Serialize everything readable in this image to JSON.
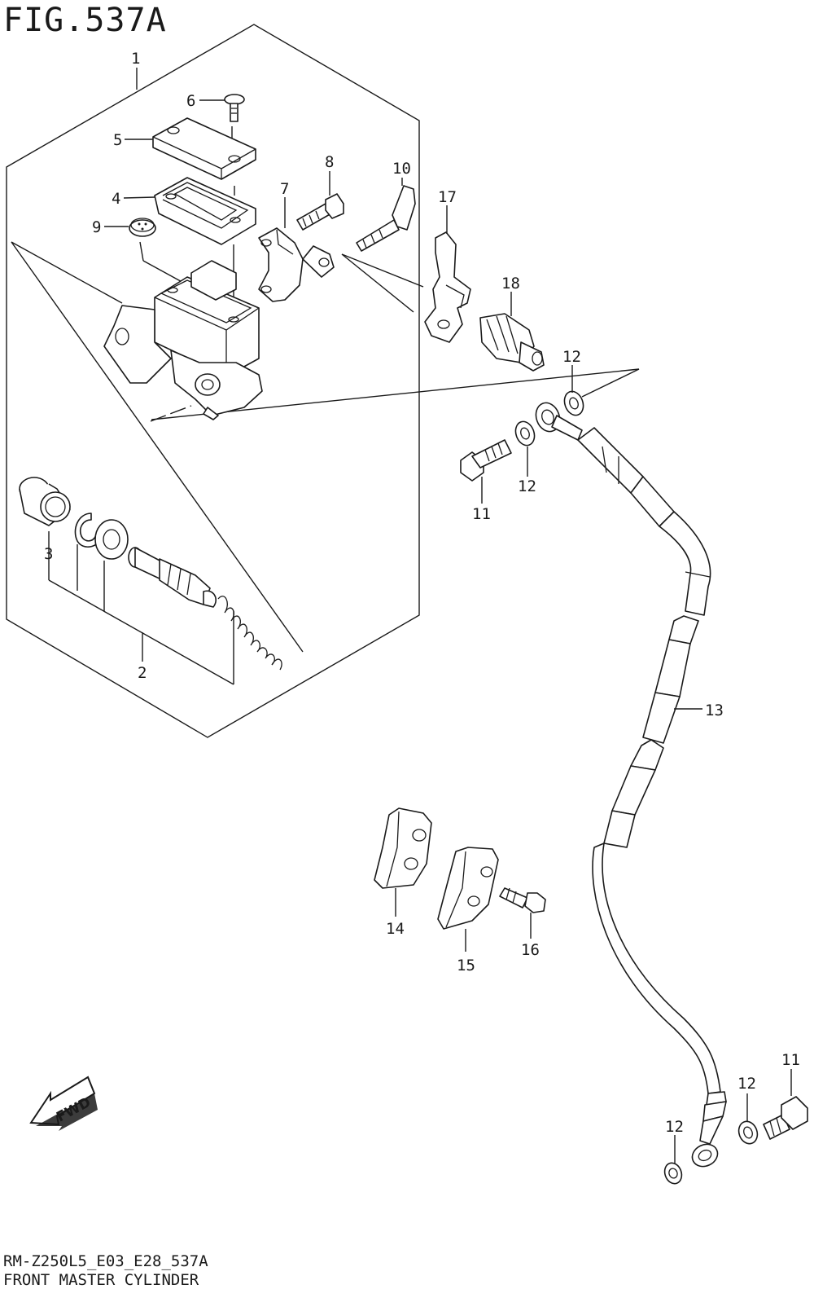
{
  "header": {
    "figure": "FIG.537A"
  },
  "footer": {
    "code": "RM-Z250L5_E03_E28_537A",
    "title": "FRONT MASTER CYLINDER"
  },
  "callouts": {
    "c1": "1",
    "c2": "2",
    "c3": "3",
    "c4": "4",
    "c5": "5",
    "c6": "6",
    "c7": "7",
    "c8": "8",
    "c9": "9",
    "c10": "10",
    "c11a": "11",
    "c11b": "11",
    "c12a": "12",
    "c12b": "12",
    "c12c": "12",
    "c12d": "12",
    "c13": "13",
    "c14": "14",
    "c15": "15",
    "c16": "16",
    "c17": "17",
    "c18": "18"
  },
  "fwd_badge": "FWD"
}
